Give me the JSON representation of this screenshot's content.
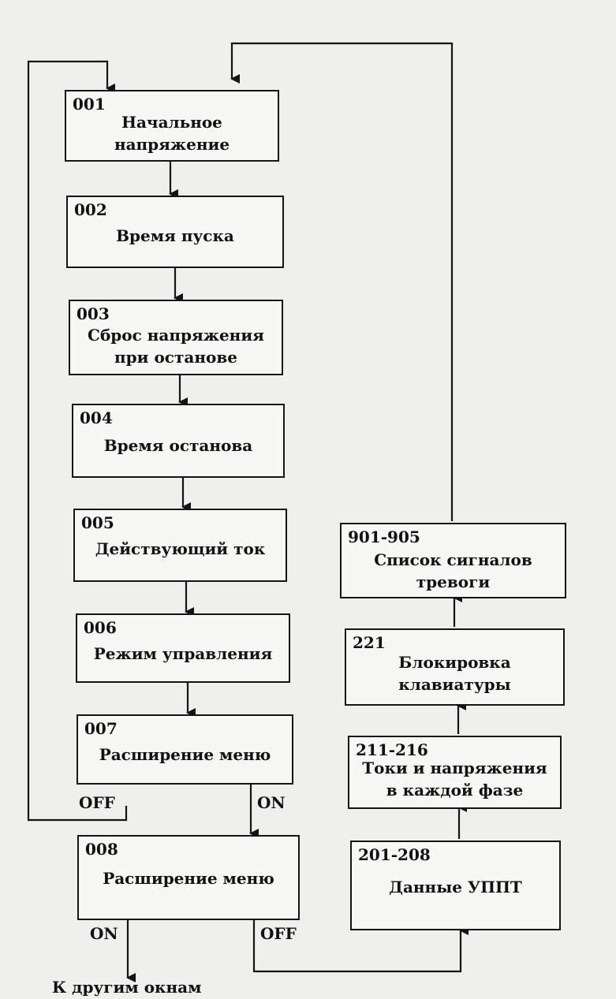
{
  "boxes": [
    {
      "code": "001",
      "line1": "Начальное",
      "line2": "напряжение"
    },
    {
      "code": "002",
      "line1": "Время пуска",
      "line2": ""
    },
    {
      "code": "003",
      "line1": "Сброс напряжения",
      "line2": "при останове"
    },
    {
      "code": "004",
      "line1": "Время останова",
      "line2": ""
    },
    {
      "code": "005",
      "line1": "Действующий ток",
      "line2": ""
    },
    {
      "code": "006",
      "line1": "Режим управления",
      "line2": ""
    },
    {
      "code": "007",
      "line1": "Расширение меню",
      "line2": ""
    },
    {
      "code": "008",
      "line1": "Расширение меню",
      "line2": ""
    },
    {
      "code": "201-208",
      "line1": "Данные УППТ",
      "line2": ""
    },
    {
      "code": "211-216",
      "line1": "Токи и напряжения",
      "line2": "в каждой фазе"
    },
    {
      "code": "221",
      "line1": "Блокировка",
      "line2": "клавиатуры"
    },
    {
      "code": "901-905",
      "line1": "Список сигналов",
      "line2": "тревоги"
    }
  ],
  "labels": {
    "off_007": "OFF",
    "on_007": "ON",
    "on_008": "ON",
    "off_008": "OFF",
    "exit": "К другим окнам"
  }
}
